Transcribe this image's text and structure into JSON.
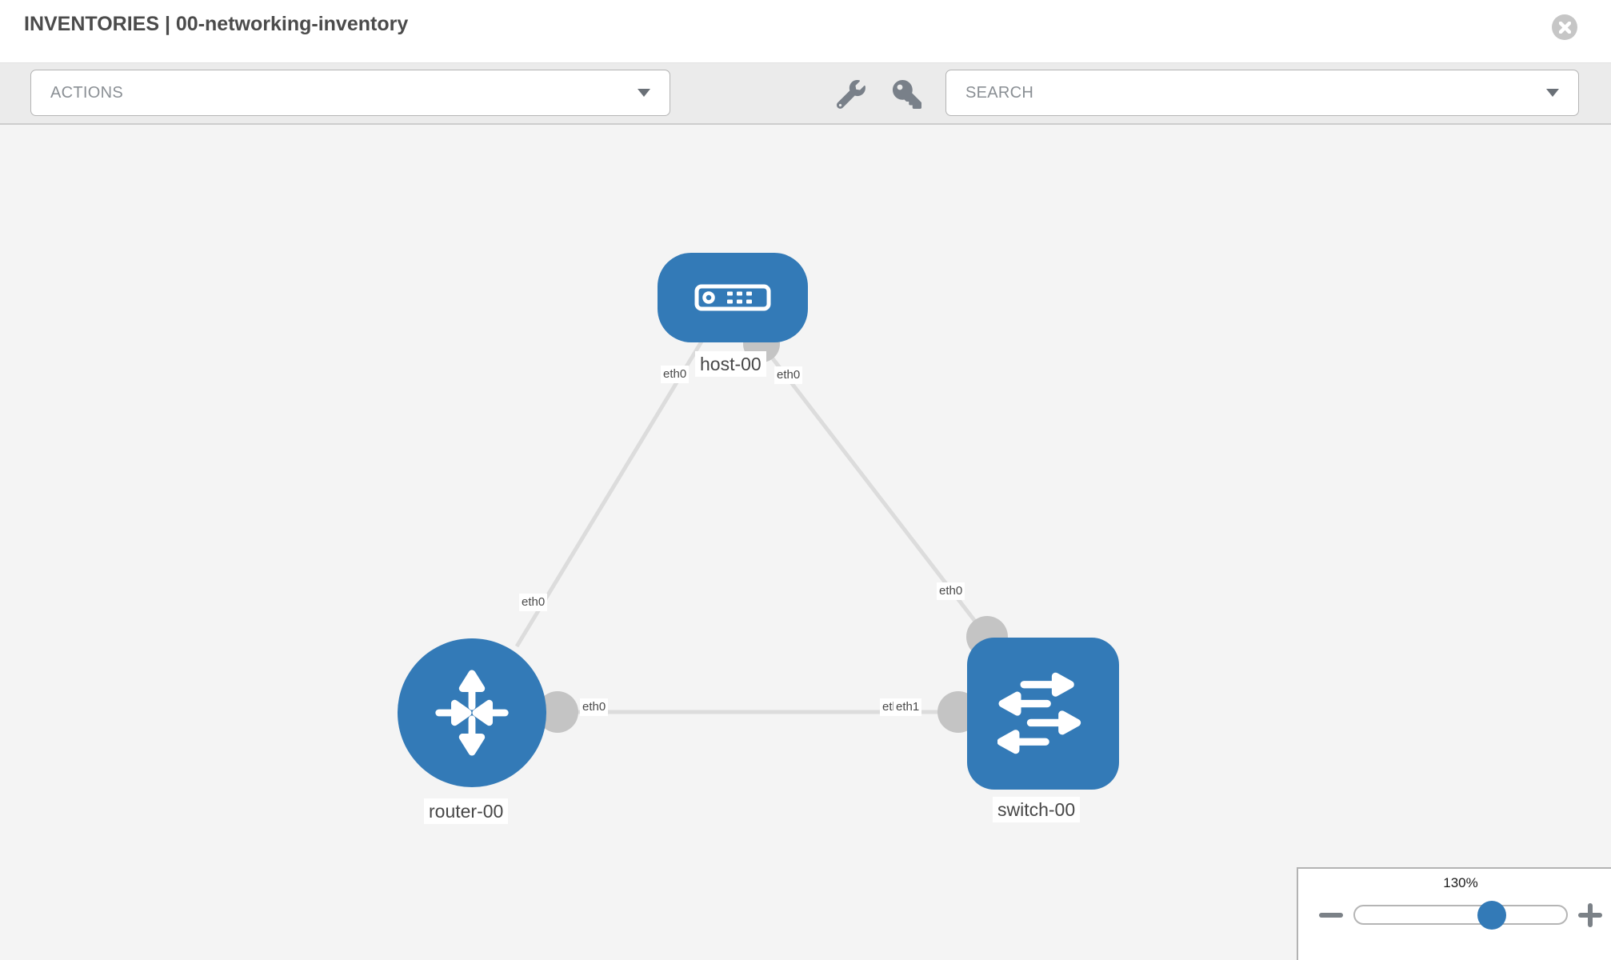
{
  "header": {
    "title": "INVENTORIES | 00-networking-inventory"
  },
  "toolbar": {
    "actions_label": "ACTIONS",
    "search_label": "SEARCH"
  },
  "icons": {
    "close": "x-circle",
    "wrench": "wrench",
    "key": "key",
    "actions_caret": "caret-down",
    "search_caret": "caret-down",
    "zoom_out": "minus",
    "zoom_in": "plus"
  },
  "colors": {
    "node_blue": "#337ab7",
    "link_gray": "#dcdcdc",
    "port_gray": "#c4c4c4",
    "canvas_bg": "#f4f4f4"
  },
  "topology": {
    "nodes": [
      {
        "id": "host-00",
        "type": "host",
        "label": "host-00"
      },
      {
        "id": "router-00",
        "type": "router",
        "label": "router-00"
      },
      {
        "id": "switch-00",
        "type": "switch",
        "label": "switch-00"
      }
    ],
    "links": [
      {
        "from": "host-00",
        "to": "router-00",
        "from_iface": "eth0",
        "to_iface": "eth0"
      },
      {
        "from": "host-00",
        "to": "switch-00",
        "from_iface": "eth0",
        "to_iface": "eth0"
      },
      {
        "from": "router-00",
        "to": "switch-00",
        "from_iface": "eth0",
        "to_iface": "eth1"
      }
    ],
    "iface_labels": [
      {
        "text": "eth0",
        "at": "host-00-left"
      },
      {
        "text": "eth0",
        "at": "host-00-right"
      },
      {
        "text": "eth0",
        "at": "router-00-top"
      },
      {
        "text": "eth0",
        "at": "switch-00-top"
      },
      {
        "text": "eth0",
        "at": "router-00-right"
      },
      {
        "text": "eth0",
        "at": "switch-00-left-under"
      },
      {
        "text": "eth1",
        "at": "switch-00-left"
      }
    ]
  },
  "zoom_control": {
    "level": "130%"
  }
}
